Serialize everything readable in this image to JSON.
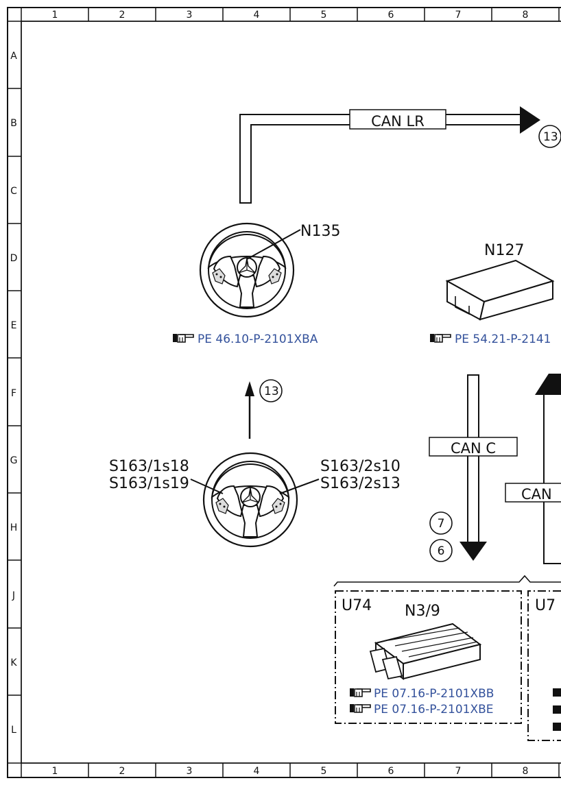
{
  "grid": {
    "columns": [
      "1",
      "2",
      "3",
      "4",
      "5",
      "6",
      "7",
      "8"
    ],
    "rows": [
      "A",
      "B",
      "C",
      "D",
      "E",
      "F",
      "G",
      "H",
      "J",
      "K",
      "L"
    ]
  },
  "buses": {
    "can_lr": "CAN LR",
    "can_c": "CAN C",
    "can_partial": "CAN"
  },
  "components": {
    "n135": "N135",
    "n127": "N127",
    "n3_9": "N3/9",
    "u74": "U74",
    "u7_partial": "U7",
    "s163_1s18": "S163/1s18",
    "s163_1s19": "S163/1s19",
    "s163_2s10": "S163/2s10",
    "s163_2s13": "S163/2s13"
  },
  "references": {
    "ref_n135": "PE 46.10-P-2101XBA",
    "ref_n127": "PE 54.21-P-2141",
    "ref_n3_9_a": "PE 07.16-P-2101XBB",
    "ref_n3_9_b": "PE 07.16-P-2101XBE"
  },
  "callouts": {
    "c13_top": "13",
    "c13_mid": "13",
    "c7": "7",
    "c6": "6"
  },
  "icons": [
    "pointing-hand-icon",
    "steering-wheel-icon",
    "control-unit-icon",
    "engine-control-unit-icon",
    "arrow-icon"
  ],
  "colors": {
    "line": "#111111",
    "reference": "#33519b"
  }
}
